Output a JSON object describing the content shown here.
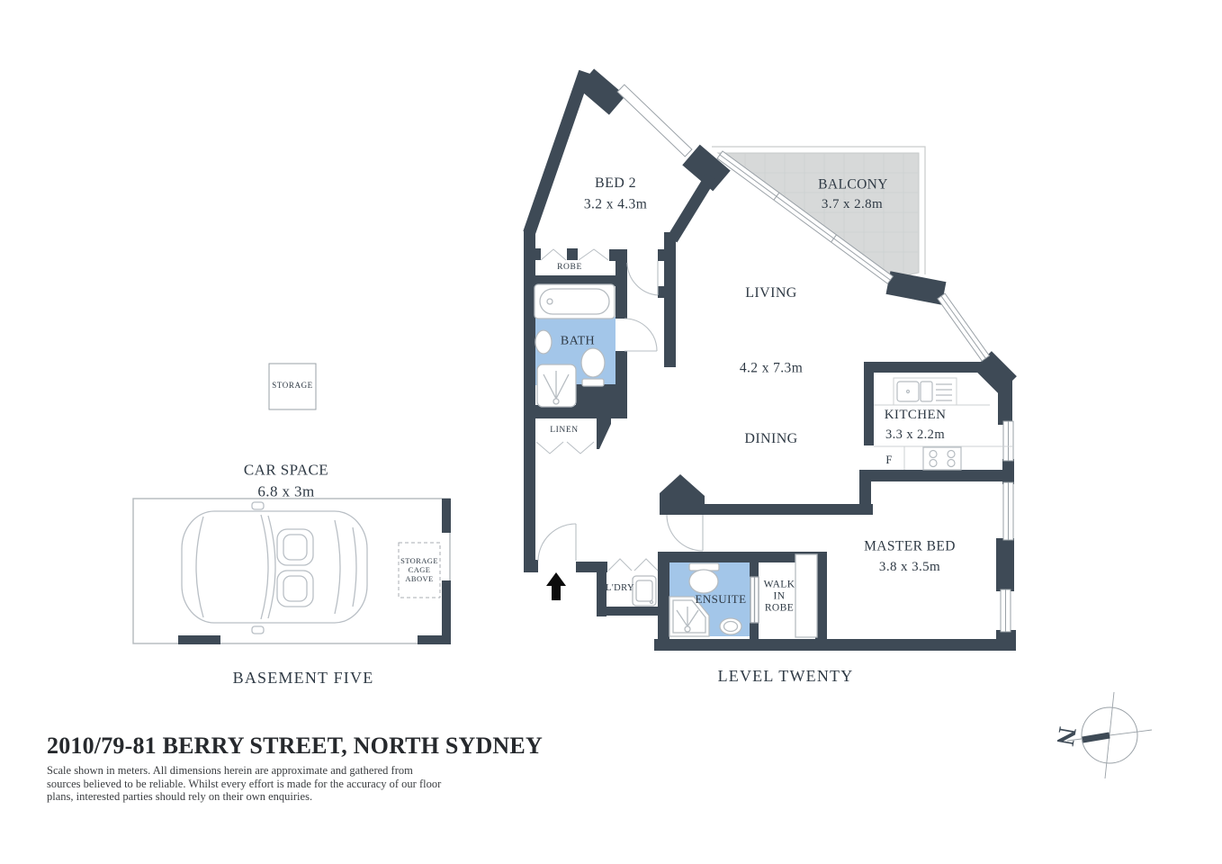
{
  "title": "2010/79-81 BERRY STREET, NORTH SYDNEY",
  "disclaimer": [
    "Scale shown in meters. All dimensions herein are approximate and gathered from",
    "sources believed to be  reliable. Whilst every effort is made for the accuracy of our floor",
    "plans, interested parties should rely on their own enquiries."
  ],
  "colors": {
    "wall": "#3e4a56",
    "wet_room_fill": "#a3c6e9",
    "balcony_fill": "#d7d9d9",
    "fixture_line": "#b6bcc1"
  },
  "basement": {
    "caption": "BASEMENT FIVE",
    "storage_label": "STORAGE",
    "car_space_name": "CAR SPACE",
    "car_space_dims": "6.8 x 3m",
    "storage_cage_lines": [
      "STORAGE",
      "CAGE",
      "ABOVE"
    ]
  },
  "level": {
    "caption": "LEVEL TWENTY",
    "bed2_name": "BED 2",
    "bed2_dims": "3.2 x 4.3m",
    "balcony_name": "BALCONY",
    "balcony_dims": "3.7 x 2.8m",
    "living": "LIVING",
    "living_dims": "4.2 x 7.3m",
    "dining": "DINING",
    "kitchen_name": "KITCHEN",
    "kitchen_dims": "3.3 x 2.2m",
    "fridge": "F",
    "master_name": "MASTER BED",
    "master_dims": "3.8 x 3.5m",
    "bath": "BATH",
    "ensuite": "ENSUITE",
    "wir_lines": [
      "WALK",
      "IN",
      "ROBE"
    ],
    "laundry": "L'DRY",
    "robe": "ROBE",
    "linen": "LINEN"
  },
  "compass": {
    "north_letter": "N"
  }
}
